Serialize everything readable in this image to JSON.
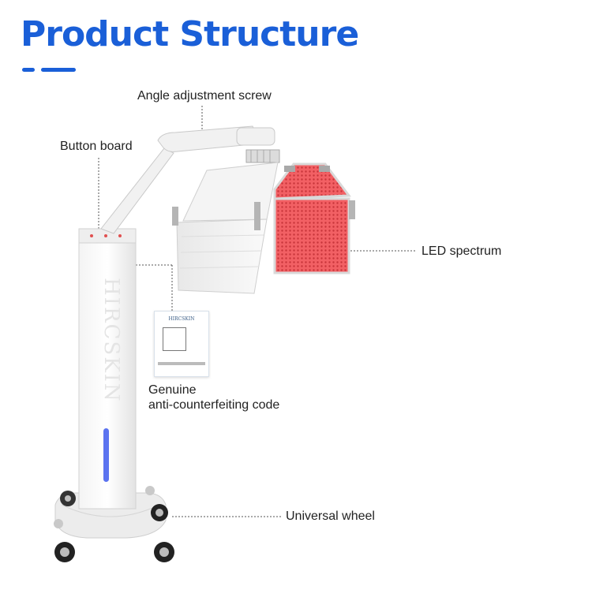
{
  "title": "Product Structure",
  "brand": "HIRCSKIN",
  "labels": {
    "angle_screw": "Angle adjustment screw",
    "button_board": "Button board",
    "led_spectrum": "LED spectrum",
    "genuine_line1": "Genuine",
    "genuine_line2": "anti-counterfeiting code",
    "universal_wheel": "Universal wheel"
  },
  "colors": {
    "accent": "#1a5fd8",
    "led_red": "#f0585c",
    "indicator_blue": "#5b73f0"
  }
}
